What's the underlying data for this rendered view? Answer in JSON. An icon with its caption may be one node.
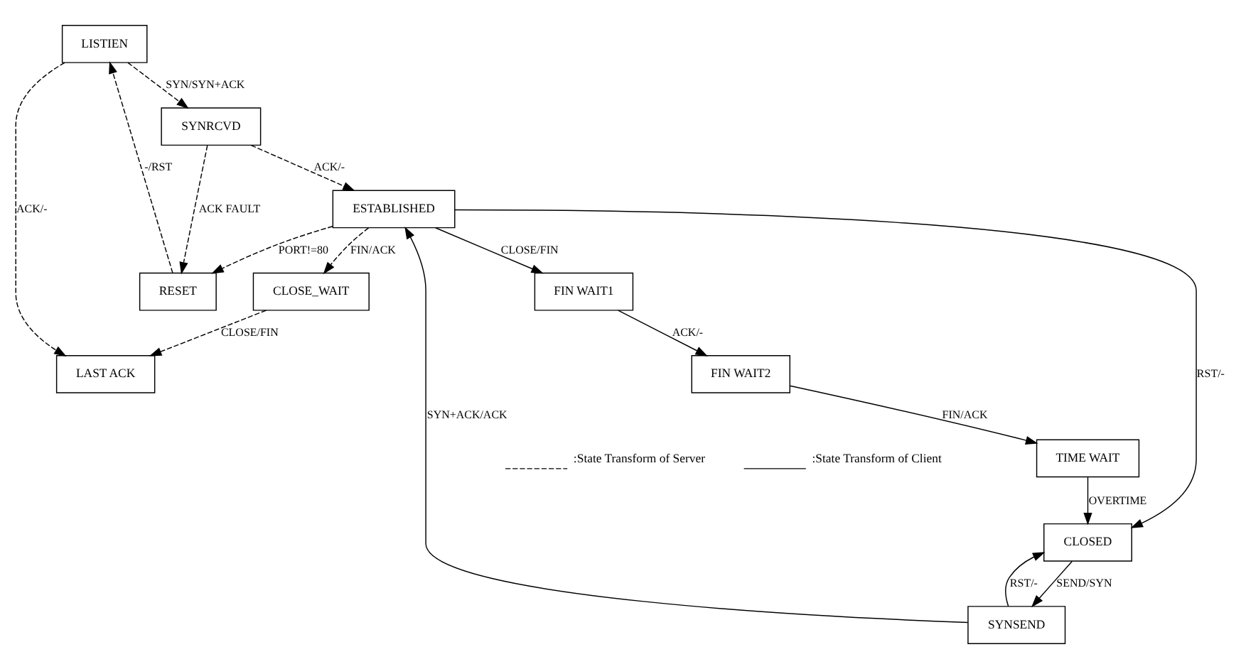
{
  "diagram": {
    "nodes": [
      {
        "text": [
          "LISTIEN"
        ]
      },
      {
        "text": [
          "SYNRCVD"
        ]
      },
      {
        "text": [
          "RESET"
        ]
      },
      {
        "text": [
          "CLOSED"
        ]
      },
      {
        "text": [
          "SYNSEND"
        ]
      },
      {
        "text": [
          "ESTABLISHED"
        ]
      },
      {
        "text": [
          "CLOSE_WAIT"
        ]
      },
      {
        "text": [
          "FIN WAIT1"
        ]
      },
      {
        "text": [
          "LAST ACK"
        ]
      },
      {
        "text": [
          "FIN WAIT2"
        ]
      },
      {
        "text": [
          "TIME WAIT"
        ]
      }
    ],
    "edges": [
      {
        "from": 0,
        "to": 1,
        "arrow": "to",
        "label": "SYN/SYN+ACK",
        "style": "dashed"
      },
      {
        "from": 1,
        "to": 2,
        "arrow": "to",
        "label": "ACK FAULT",
        "style": "dashed"
      },
      {
        "from": 2,
        "to": 0,
        "arrow": "to",
        "label": "-/RST",
        "style": "dashed"
      },
      {
        "from": 5,
        "to": 2,
        "arrow": "to",
        "label": "PORT!=80",
        "style": "dashed"
      },
      {
        "from": 1,
        "to": 5,
        "arrow": "to",
        "label": "ACK/-",
        "style": "dashed"
      },
      {
        "from": 0,
        "to": 8,
        "arrow": "to",
        "label": "ACK/-",
        "style": "dashed"
      },
      {
        "from": 5,
        "to": 6,
        "arrow": "to",
        "label": "FIN/ACK",
        "style": "dashed"
      },
      {
        "from": 6,
        "to": 8,
        "arrow": "to",
        "label": "CLOSE/FIN",
        "style": "dashed"
      },
      {
        "from": 5,
        "to": 3,
        "arrow": "to",
        "label": "RST/-"
      },
      {
        "from": 3,
        "to": 4,
        "arrow": "to",
        "label": "SEND/SYN"
      },
      {
        "from": 4,
        "to": 3,
        "arrow": "to",
        "label": "RST/-"
      },
      {
        "from": 4,
        "to": 5,
        "arrow": "to",
        "label": "SYN+ACK/ACK"
      },
      {
        "from": 5,
        "to": 7,
        "arrow": "to",
        "label": "CLOSE/FIN"
      },
      {
        "from": 7,
        "to": 9,
        "arrow": "to",
        "label": "ACK/-"
      },
      {
        "from": 9,
        "to": 10,
        "arrow": "to",
        "label": "FIN/ACK"
      },
      {
        "from": 10,
        "to": 3,
        "arrow": "to",
        "label": "OVERTIME"
      }
    ],
    "legend": [
      {
        "text": ":State Transform of Server"
      },
      {
        "text": ":State Transform of Client"
      }
    ]
  }
}
